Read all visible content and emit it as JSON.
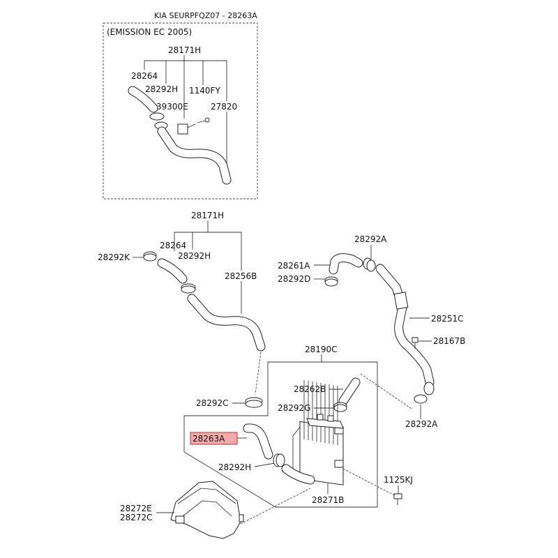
{
  "header": {
    "code": "KIA SEURPFQZ07 - 28263A"
  },
  "inset": {
    "title": "(EMISSION EC 2005)"
  },
  "labels": {
    "inset_28171H": "28171H",
    "inset_28264": "28264",
    "inset_28292H": "28292H",
    "inset_1140FY": "1140FY",
    "inset_39300E": "39300E",
    "inset_27820": "27820",
    "main_28171H": "28171H",
    "main_28264": "28264",
    "main_28292K": "28292K",
    "main_28292H_top": "28292H",
    "main_28256B": "28256B",
    "main_28292A_top": "28292A",
    "main_28261A": "28261A",
    "main_28292D": "28292D",
    "main_28251C": "28251C",
    "main_28167B": "28167B",
    "main_28190C": "28190C",
    "main_28262B": "28262B",
    "main_28292G": "28292G",
    "main_28292C": "28292C",
    "main_28292A_bot": "28292A",
    "main_28263A": "28263A",
    "main_28292H_bot": "28292H",
    "main_1125KJ": "1125KJ",
    "main_28271B": "28271B",
    "main_28272E": "28272E",
    "main_28272C": "28272C"
  },
  "highlight_color": "#f4aaaa"
}
